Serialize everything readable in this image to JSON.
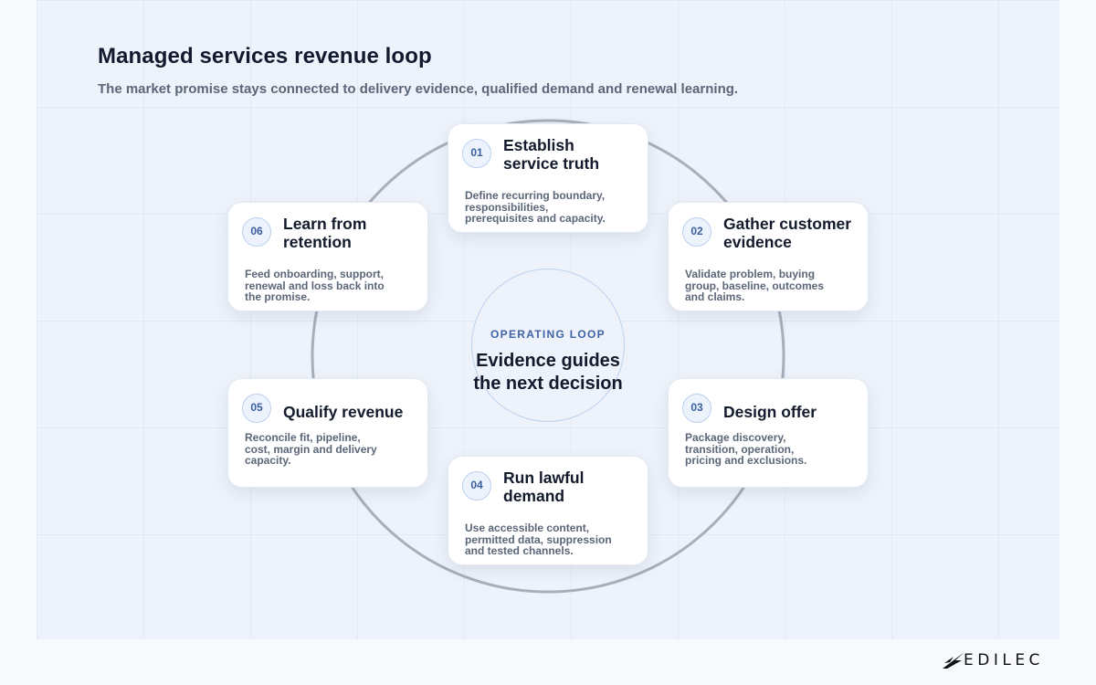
{
  "header": {
    "title": "Managed services revenue loop",
    "subtitle": "The market promise stays connected to delivery evidence, qualified demand and renewal learning."
  },
  "center": {
    "kicker": "OPERATING LOOP",
    "line1": "Evidence guides",
    "line2": "the next decision"
  },
  "steps": [
    {
      "number": "01",
      "title_line1": "Establish",
      "title_line2": "service truth",
      "description": [
        "Define recurring boundary,",
        "responsibilities,",
        "prerequisites and capacity."
      ]
    },
    {
      "number": "02",
      "title_line1": "Gather customer",
      "title_line2": "evidence",
      "description": [
        "Validate problem, buying",
        "group, baseline, outcomes",
        "and claims."
      ]
    },
    {
      "number": "03",
      "title_line1": "Design offer",
      "title_line2": "",
      "description": [
        "Package discovery,",
        "transition, operation,",
        "pricing and exclusions."
      ]
    },
    {
      "number": "04",
      "title_line1": "Run lawful",
      "title_line2": "demand",
      "description": [
        "Use accessible content,",
        "permitted data, suppression",
        "and tested channels."
      ]
    },
    {
      "number": "05",
      "title_line1": "Qualify revenue",
      "title_line2": "",
      "description": [
        "Reconcile fit, pipeline,",
        "cost, margin and delivery",
        "capacity."
      ]
    },
    {
      "number": "06",
      "title_line1": "Learn from",
      "title_line2": "retention",
      "description": [
        "Feed onboarding, support,",
        "renewal and loss back into",
        "the promise."
      ]
    }
  ],
  "brand": {
    "name": "EDILEC"
  },
  "colors": {
    "ring": "#a7afbb",
    "accent": "#3f63a6",
    "badge_border": "#bcd0ee"
  }
}
